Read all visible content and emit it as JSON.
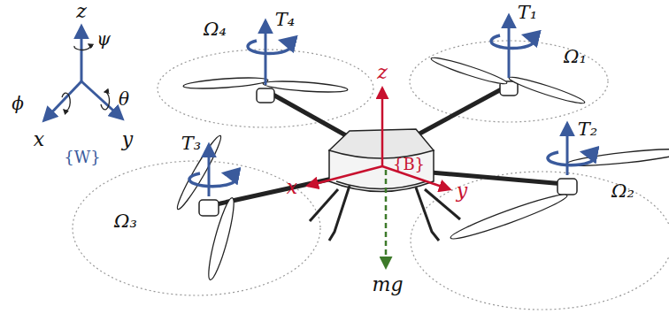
{
  "diagram": {
    "labels": [
      "z",
      "ψ",
      "ϕ",
      "θ",
      "x",
      "y",
      "{W}",
      "Ω₄",
      "T₄",
      "T₁",
      "Ω₁",
      "T₂",
      "Ω₂",
      "T₃",
      "Ω₃",
      "z",
      "{B}",
      "x",
      "y",
      "mg"
    ]
  }
}
